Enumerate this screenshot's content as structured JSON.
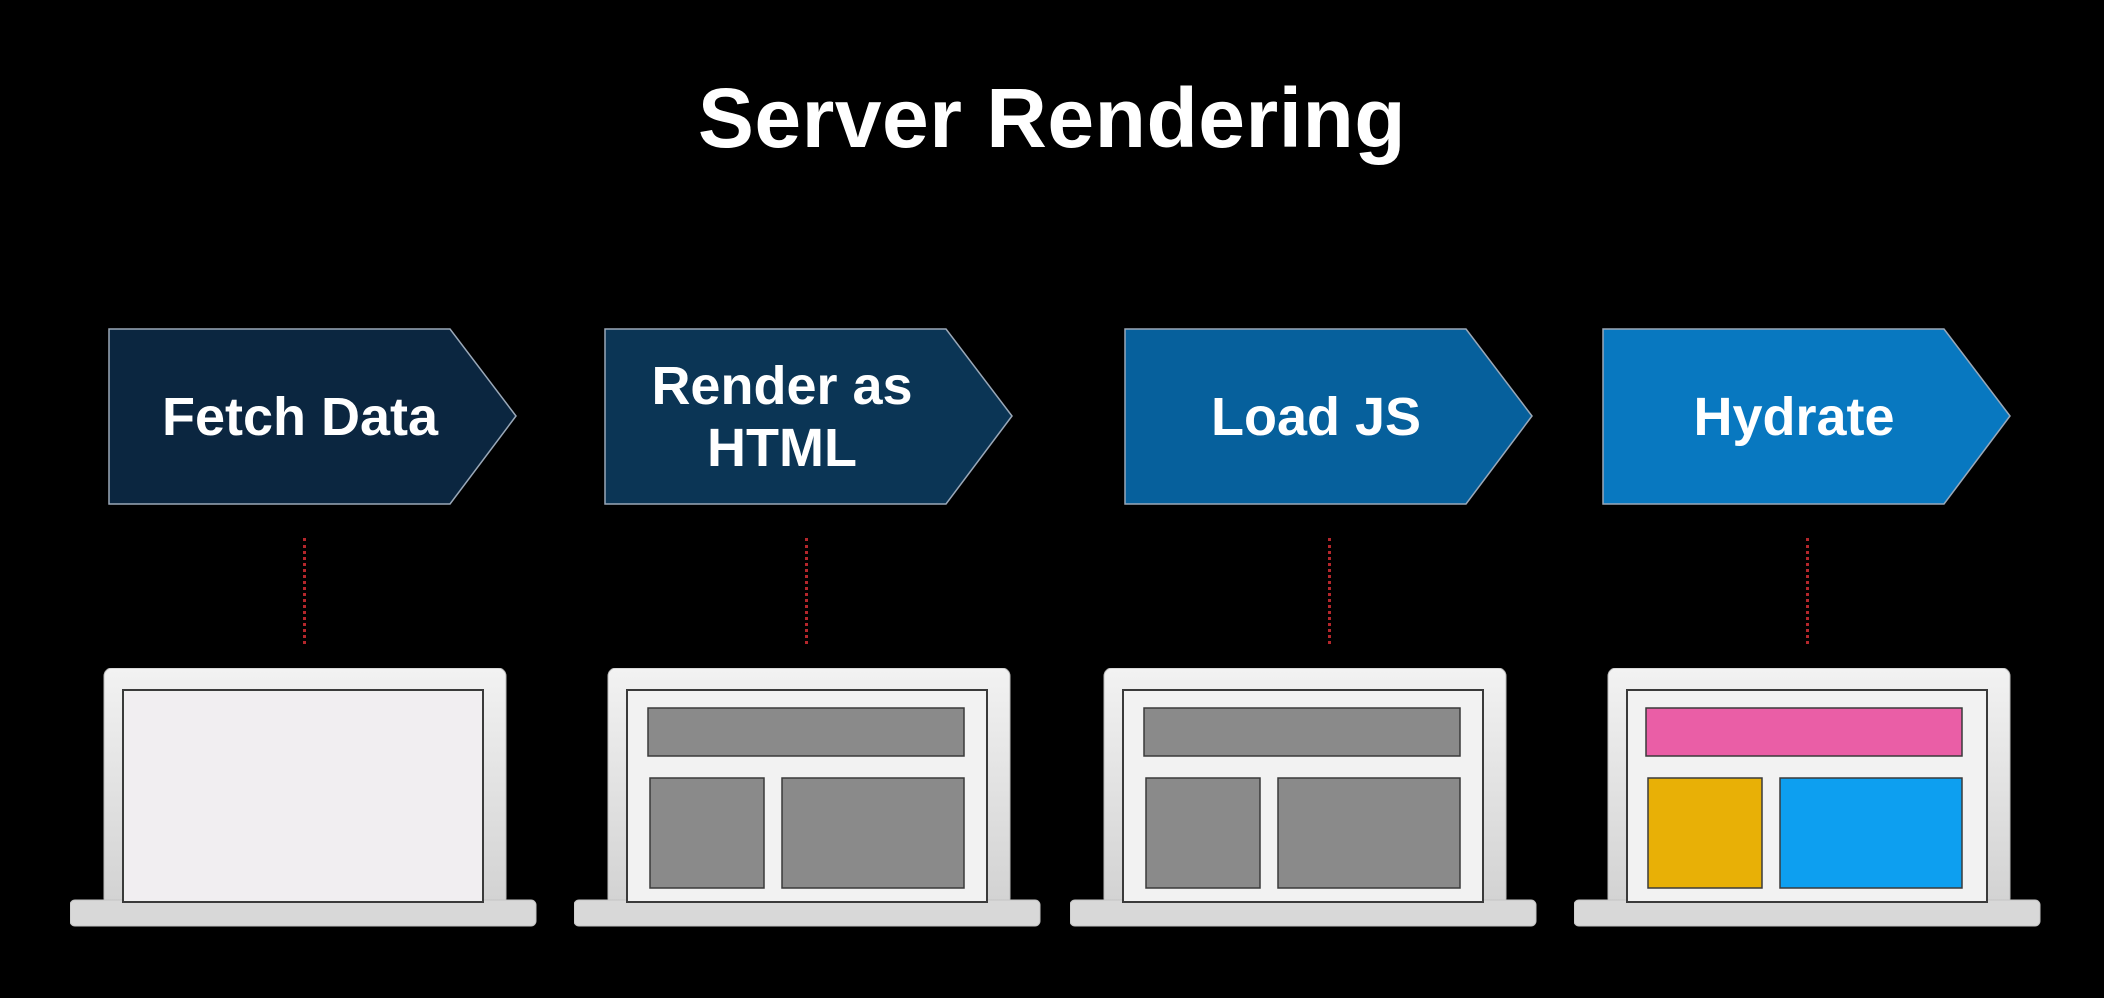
{
  "title": "Server Rendering",
  "steps": [
    {
      "label": "Fetch Data",
      "arrow_color": "#0b2640",
      "screen_state": "blank",
      "screen_color": "#f1eef1"
    },
    {
      "label": "Render as\nHTML",
      "arrow_color": "#0b3555",
      "screen_state": "rendered",
      "block_colors": [
        "#8a8a8a",
        "#8a8a8a",
        "#8a8a8a"
      ]
    },
    {
      "label": "Load JS",
      "arrow_color": "#06609c",
      "screen_state": "rendered",
      "block_colors": [
        "#8a8a8a",
        "#8a8a8a",
        "#8a8a8a"
      ]
    },
    {
      "label": "Hydrate",
      "arrow_color": "#0878c0",
      "screen_state": "hydrated",
      "block_colors": [
        "#ea5ea6",
        "#e8b006",
        "#0d9ff0"
      ]
    }
  ],
  "colors": {
    "background": "#000000",
    "text": "#ffffff",
    "connector": "#b3262b",
    "laptop_shell": "#dcdcdc",
    "laptop_bezel": "#f4f4f4"
  }
}
